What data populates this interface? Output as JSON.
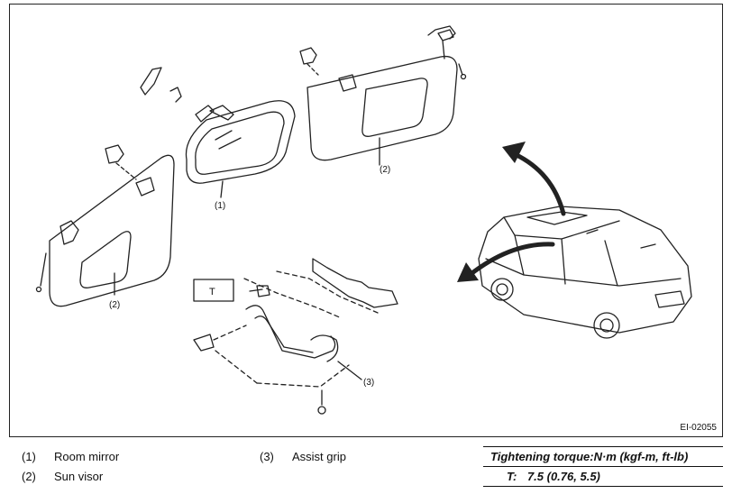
{
  "figure": {
    "code": "EI-02055",
    "callouts": {
      "room_mirror": "(1)",
      "sun_visor_right": "(2)",
      "sun_visor_left": "(2)",
      "assist_grip": "(3)",
      "torque_box": "T"
    }
  },
  "legend": [
    {
      "num": "(1)",
      "label": "Room mirror"
    },
    {
      "num": "(2)",
      "label": "Sun visor"
    },
    {
      "num": "(3)",
      "label": "Assist grip"
    }
  ],
  "torque": {
    "header": "Tightening torque:N·m (kgf-m, ft-lb)",
    "value_label": "T:",
    "value": "7.5 (0.76, 5.5)"
  }
}
